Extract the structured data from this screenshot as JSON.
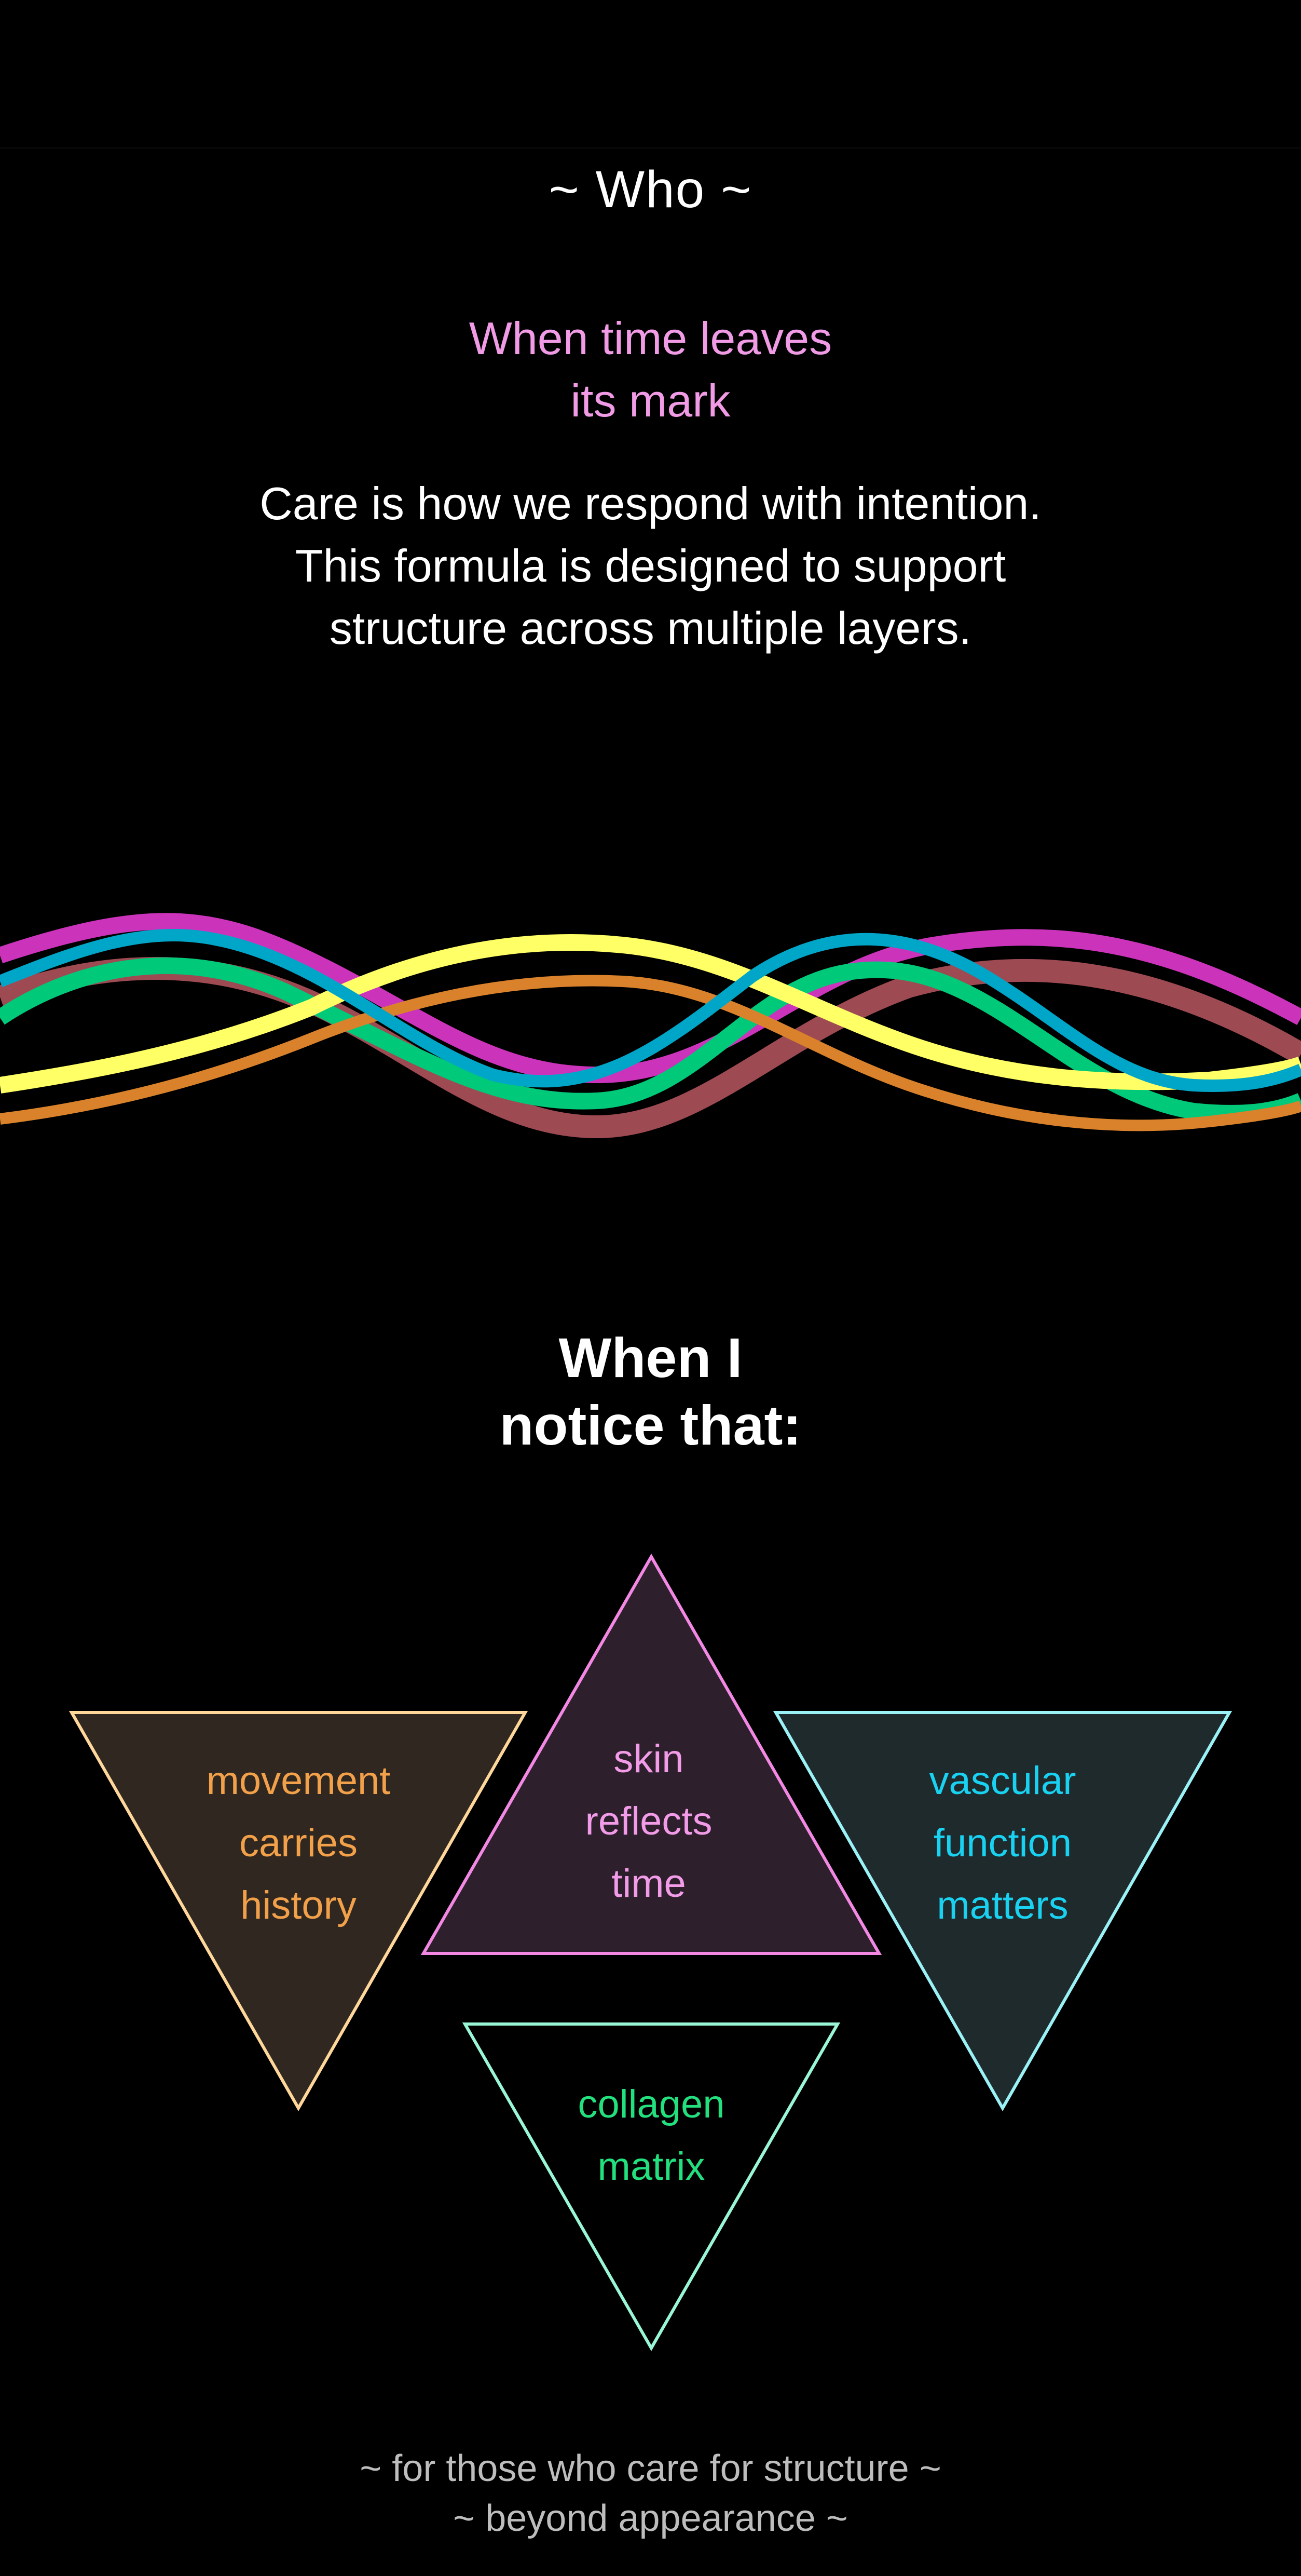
{
  "section": {
    "label": "~  Who  ~"
  },
  "tagline": {
    "line1": "When time leaves",
    "line2": "its mark"
  },
  "intro": {
    "line1": "Care is how we respond with intention.",
    "line2": "This formula is designed to support",
    "line3": "structure across multiple layers."
  },
  "waves": {
    "colors": [
      "#cc33bb",
      "#9e4a52",
      "#00c979",
      "#ffff66",
      "#d9822b",
      "#00a6c8"
    ]
  },
  "heading": {
    "line1": "When I",
    "line2": "notice that:"
  },
  "triangles": [
    {
      "lines": [
        "movement",
        "carries",
        "history"
      ],
      "color": "#f2a04a",
      "stroke": "#ffd79a",
      "fill": "#302820"
    },
    {
      "lines": [
        "skin",
        "reflects",
        "time"
      ],
      "color": "#f29be8",
      "stroke": "#f288e4",
      "fill": "#2e1f2c"
    },
    {
      "lines": [
        "vascular",
        "function",
        "matters"
      ],
      "color": "#19d2f2",
      "stroke": "#9af2f7",
      "fill": "#1e2a2c"
    },
    {
      "lines": [
        "collagen",
        "matrix"
      ],
      "color": "#22e07e",
      "stroke": "#9af7d6",
      "fill": "#000000"
    }
  ],
  "footer": {
    "line1": "~  for those who care for structure  ~",
    "line2": "~  beyond appearance  ~"
  }
}
